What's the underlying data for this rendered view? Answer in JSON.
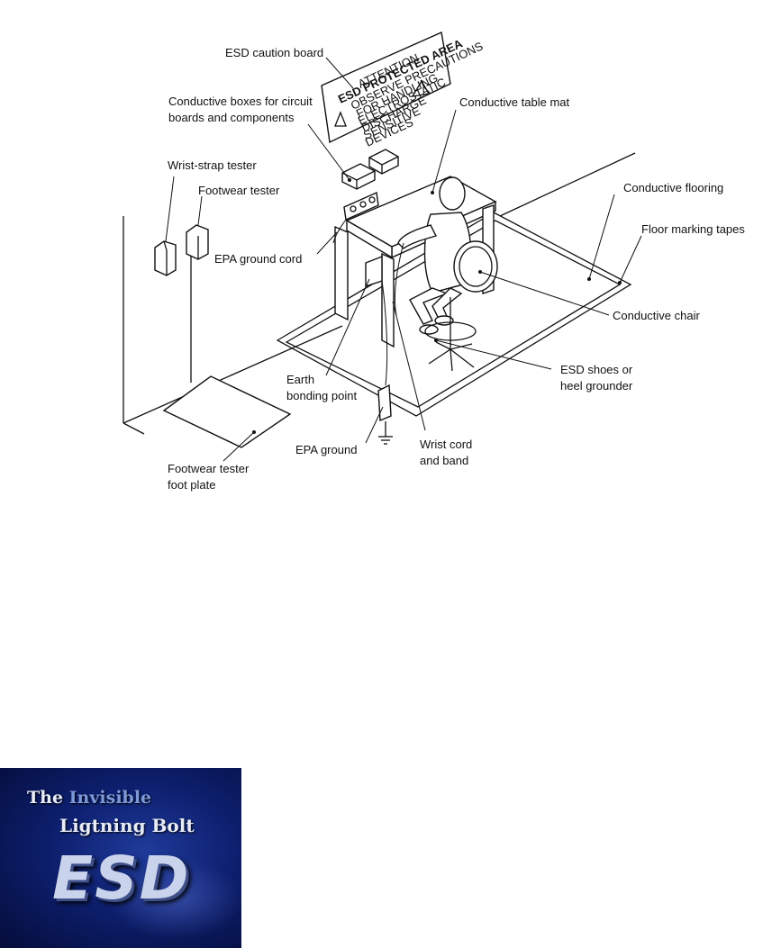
{
  "labels": {
    "caution_board": "ESD caution board",
    "boxes_1": "Conductive boxes for circuit",
    "boxes_2": "boards and components",
    "table_mat": "Conductive table mat",
    "wrist_tester": "Wrist-strap tester",
    "footwear_tester": "Footwear tester",
    "flooring": "Conductive flooring",
    "floor_tapes": "Floor marking tapes",
    "epa_cord": "EPA ground cord",
    "chair": "Conductive chair",
    "shoes_1": "ESD shoes or",
    "shoes_2": "heel grounder",
    "earth_1": "Earth",
    "earth_2": "bonding point",
    "epa_ground": "EPA ground",
    "wrist_cord_1": "Wrist cord",
    "wrist_cord_2": "and band",
    "plate_1": "Footwear tester",
    "plate_2": "foot plate"
  },
  "sign": {
    "line1": "ATTENTION",
    "line2": "ESD PROTECTED AREA",
    "line3": "OBSERVE PRECAUTIONS",
    "line4": "FOR HANDLING",
    "line5": "ELECTROSTATIC",
    "line6": "DISCHARGE",
    "line7": "SENSITIVE",
    "line8": "DEVICES"
  },
  "banner": {
    "the": "The",
    "invisible": "Invisible",
    "line2": "Ligtning Bolt",
    "esd": "ESD"
  }
}
